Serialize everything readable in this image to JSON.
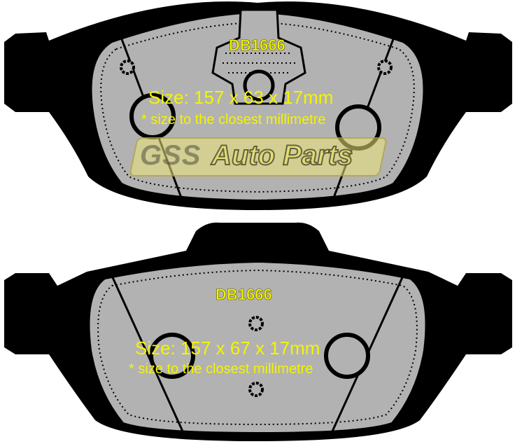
{
  "pad_top": {
    "code": "DB1666",
    "size_text": "Size: 157 x 63 x 17mm",
    "note": "* size to the closest millimetre"
  },
  "pad_bottom": {
    "code": "DB1666",
    "size_text": "Size: 157 x 67 x 17mm",
    "note": "* size to the closest millimetre"
  },
  "watermark": {
    "brand": "GSS",
    "name": "Auto Parts"
  },
  "colors": {
    "backing": "#000000",
    "friction": "#b2b2b2",
    "label": "#f4f400"
  }
}
